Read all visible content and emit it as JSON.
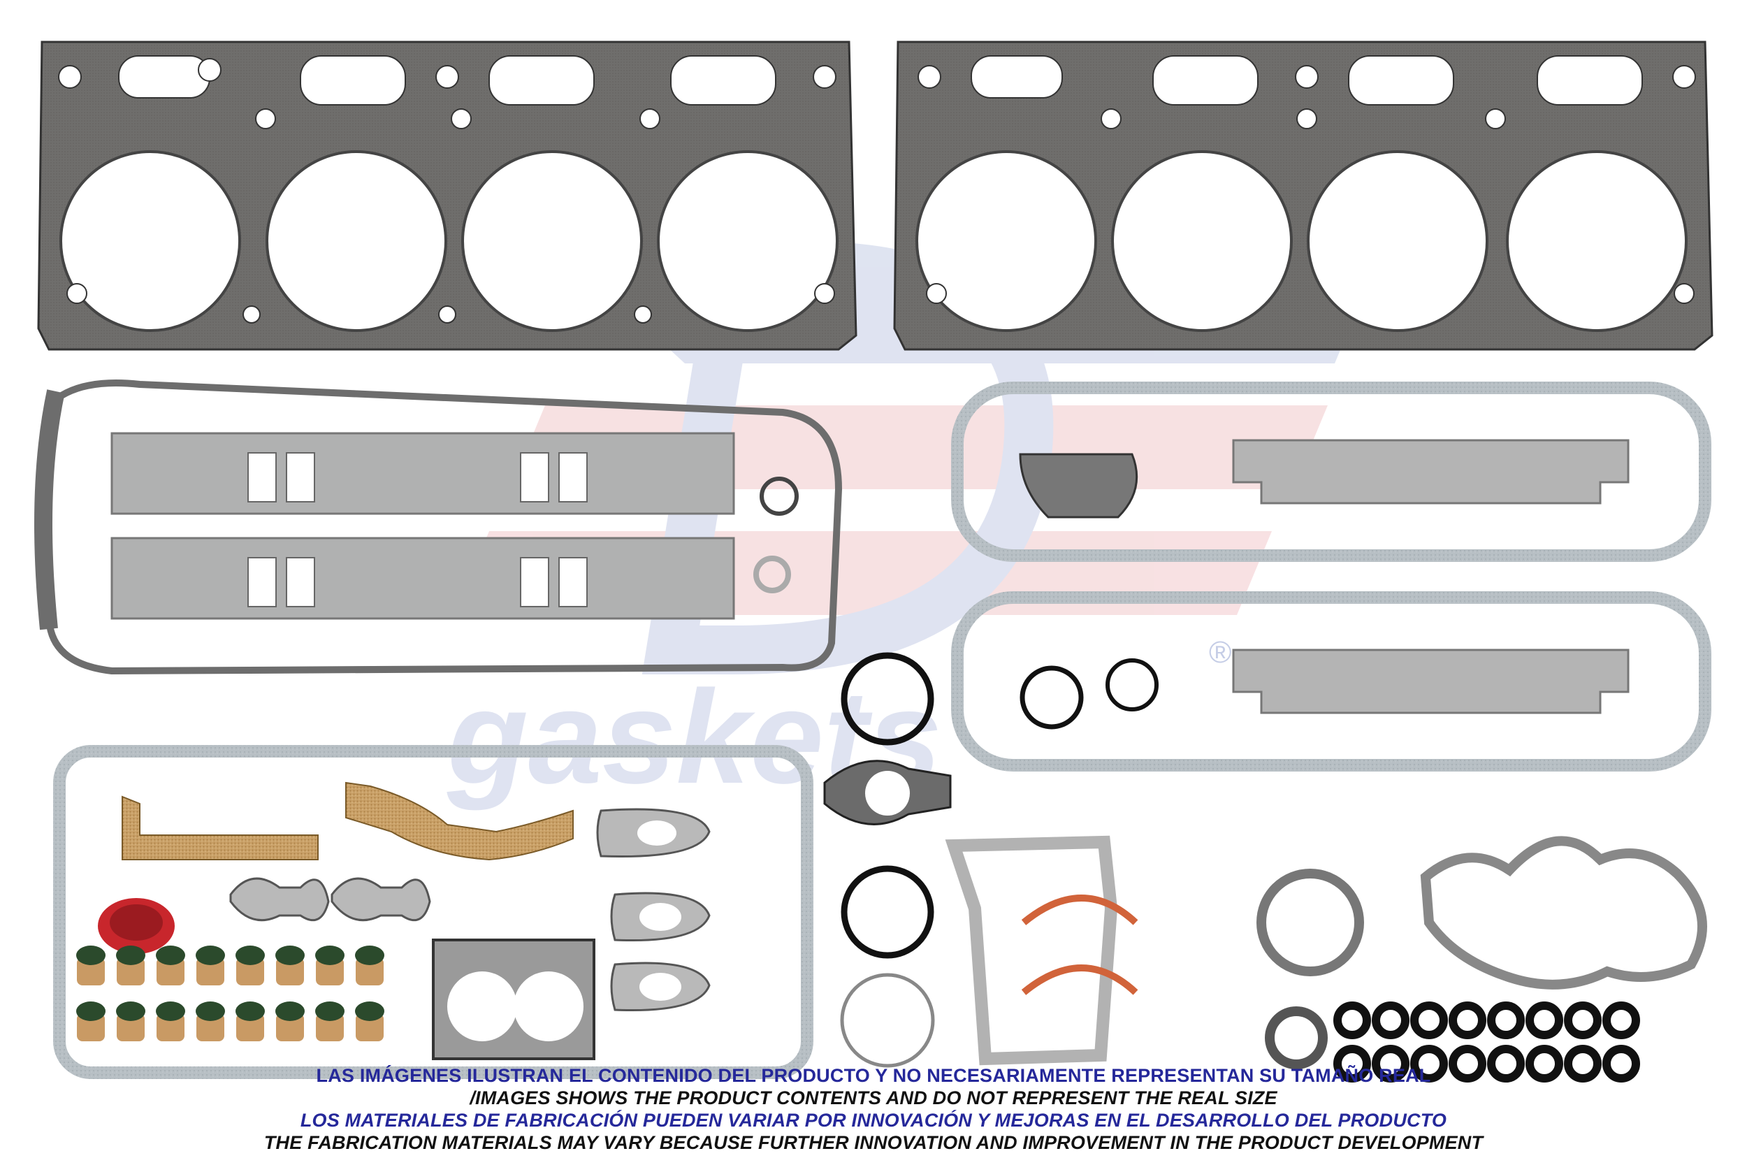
{
  "photo": {
    "subject": "engine gasket kit components",
    "brand_logo_text": "DC gaskets",
    "registered_mark": "®"
  },
  "colors": {
    "steel_gasket": "#6f6e6c",
    "fiber_gasket": "#b9c0c4",
    "cork": "#c9a067",
    "orings": "#111111",
    "oil_seal": "#c8262c",
    "valve_seal": "#c99a64",
    "logo_blue": "#c5cde6",
    "logo_red": "#f2c9cc",
    "disclaimer_blue": "#25289a",
    "disclaimer_black": "#111111"
  },
  "disclaimers": {
    "line1": "LAS IMÁGENES ILUSTRAN EL CONTENIDO DEL PRODUCTO Y NO NECESARIAMENTE REPRESENTAN SU TAMAÑO REAL",
    "line2": "/IMAGES SHOWS THE PRODUCT CONTENTS AND DO NOT REPRESENT THE REAL SIZE",
    "line3": "LOS MATERIALES DE FABRICACIÓN PUEDEN VARIAR POR INNOVACIÓN Y MEJORAS EN EL DESARROLLO DEL PRODUCTO",
    "line4": "THE FABRICATION MATERIALS MAY VARY BECAUSE FURTHER INNOVATION AND IMPROVEMENT IN THE PRODUCT DEVELOPMENT"
  }
}
